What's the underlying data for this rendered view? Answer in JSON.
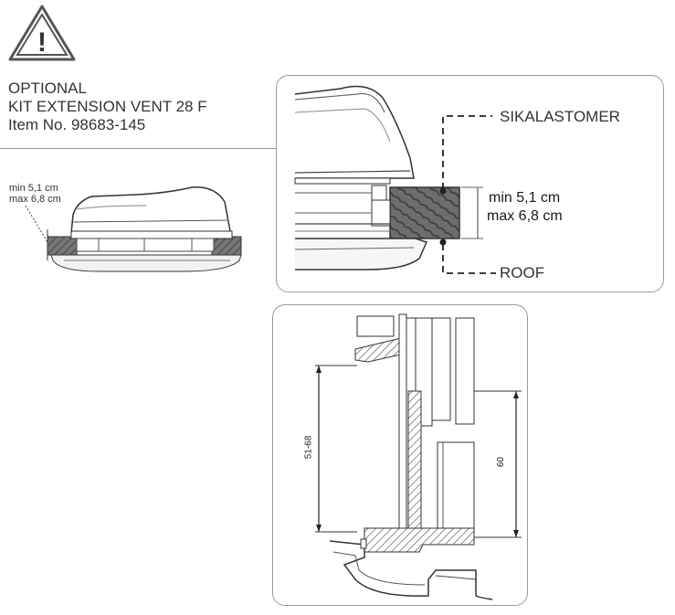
{
  "warning": {
    "icon": "warning-triangle-icon",
    "symbol": "!"
  },
  "heading": {
    "line1": "OPTIONAL",
    "line2": "KIT EXTENSION VENT 28 F",
    "line3": "Item No. 98683-145"
  },
  "overview": {
    "min_label": "min 5,1 cm",
    "max_label": "max 6,8 cm"
  },
  "detail_panel": {
    "sealant_label": "SIKALASTOMER",
    "roof_label": "ROOF",
    "min_label": "min 5,1 cm",
    "max_label": "max 6,8 cm"
  },
  "section_panel": {
    "left_dimension": "51-68",
    "right_dimension": "60"
  }
}
